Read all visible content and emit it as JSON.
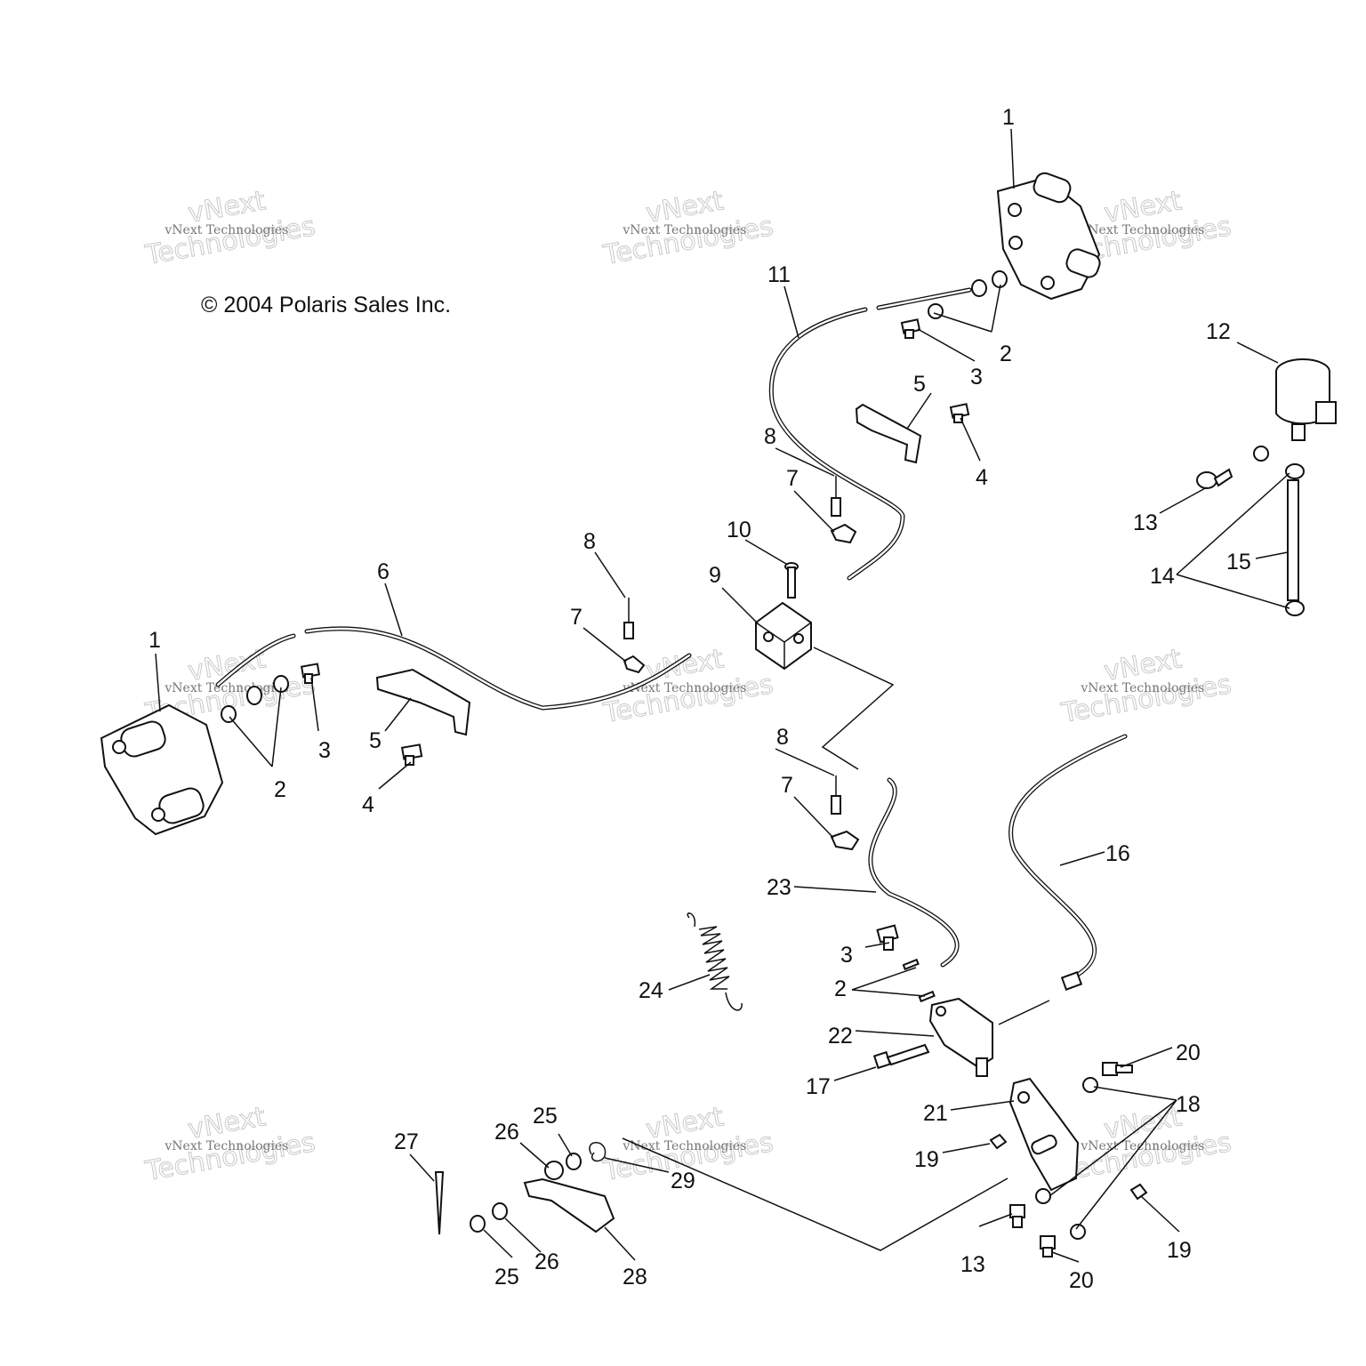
{
  "copyright": "© 2004 Polaris Sales Inc.",
  "watermark": {
    "brand": "vNext",
    "line1": "vNext Technologies",
    "line2": "Technologies"
  },
  "callouts": [
    {
      "id": "c1a",
      "text": "1"
    },
    {
      "id": "c1b",
      "text": "1"
    },
    {
      "id": "c2a",
      "text": "2"
    },
    {
      "id": "c2b",
      "text": "2"
    },
    {
      "id": "c2c",
      "text": "2"
    },
    {
      "id": "c3a",
      "text": "3"
    },
    {
      "id": "c3b",
      "text": "3"
    },
    {
      "id": "c3c",
      "text": "3"
    },
    {
      "id": "c4a",
      "text": "4"
    },
    {
      "id": "c4b",
      "text": "4"
    },
    {
      "id": "c5a",
      "text": "5"
    },
    {
      "id": "c5b",
      "text": "5"
    },
    {
      "id": "c6",
      "text": "6"
    },
    {
      "id": "c7a",
      "text": "7"
    },
    {
      "id": "c7b",
      "text": "7"
    },
    {
      "id": "c7c",
      "text": "7"
    },
    {
      "id": "c8a",
      "text": "8"
    },
    {
      "id": "c8b",
      "text": "8"
    },
    {
      "id": "c8c",
      "text": "8"
    },
    {
      "id": "c9",
      "text": "9"
    },
    {
      "id": "c10",
      "text": "10"
    },
    {
      "id": "c11",
      "text": "11"
    },
    {
      "id": "c12",
      "text": "12"
    },
    {
      "id": "c13a",
      "text": "13"
    },
    {
      "id": "c13b",
      "text": "13"
    },
    {
      "id": "c14",
      "text": "14"
    },
    {
      "id": "c15",
      "text": "15"
    },
    {
      "id": "c16",
      "text": "16"
    },
    {
      "id": "c17",
      "text": "17"
    },
    {
      "id": "c18",
      "text": "18"
    },
    {
      "id": "c19a",
      "text": "19"
    },
    {
      "id": "c19b",
      "text": "19"
    },
    {
      "id": "c20a",
      "text": "20"
    },
    {
      "id": "c20b",
      "text": "20"
    },
    {
      "id": "c21",
      "text": "21"
    },
    {
      "id": "c22",
      "text": "22"
    },
    {
      "id": "c23",
      "text": "23"
    },
    {
      "id": "c24",
      "text": "24"
    },
    {
      "id": "c25a",
      "text": "25"
    },
    {
      "id": "c25b",
      "text": "25"
    },
    {
      "id": "c26a",
      "text": "26"
    },
    {
      "id": "c26b",
      "text": "26"
    },
    {
      "id": "c27",
      "text": "27"
    },
    {
      "id": "c28",
      "text": "28"
    },
    {
      "id": "c29",
      "text": "29"
    }
  ]
}
